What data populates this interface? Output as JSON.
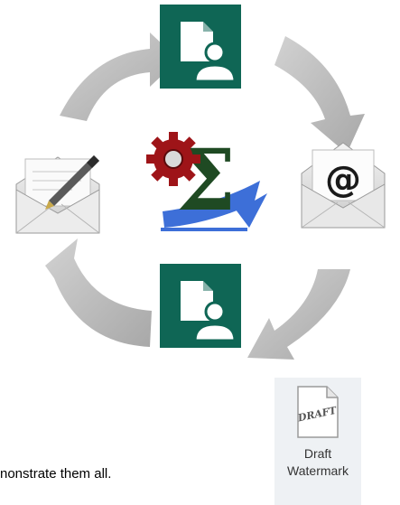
{
  "caption": "nonstrate them all.",
  "ribbon_button": {
    "icon_text": "DRAFT",
    "label_line1": "Draft",
    "label_line2": "Watermark"
  },
  "colors": {
    "tile": "#0f6655",
    "arrow": "#b8b8b8",
    "gear": "#9e1418",
    "sigma": "#1f4a23",
    "swoosh": "#3d6fd8"
  },
  "icons": [
    "document-user-icon",
    "document-user-icon",
    "envelope-pen-icon",
    "envelope-at-icon",
    "gear-sigma-icon",
    "draft-document-icon"
  ]
}
